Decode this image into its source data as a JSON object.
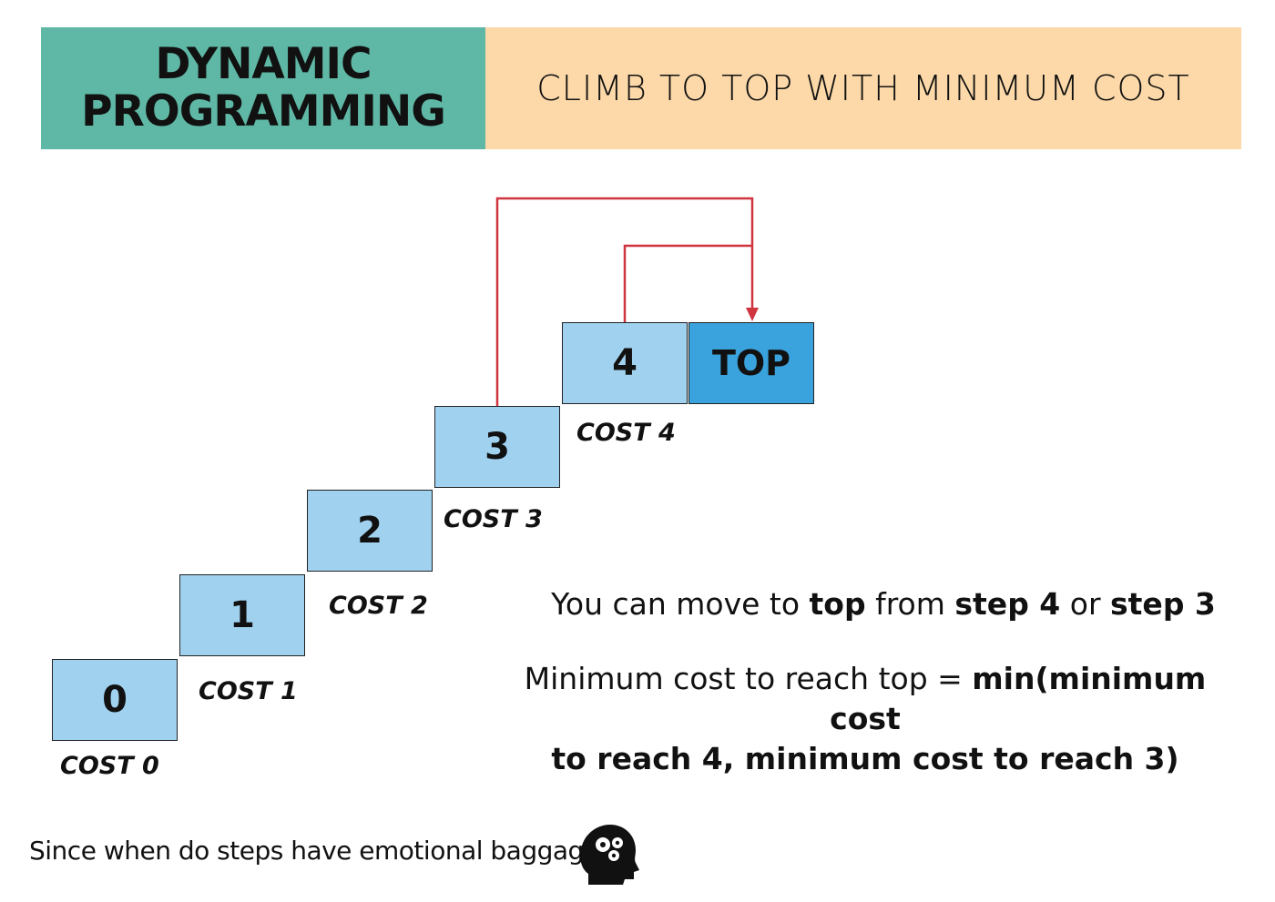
{
  "header": {
    "left_line1": "DYNAMIC",
    "left_line2": "PROGRAMMING",
    "right_title": "CLIMB TO TOP WITH MINIMUM COST",
    "left_color": "#5fb8a5",
    "right_color": "#fdd9a9"
  },
  "steps": [
    {
      "label": "0",
      "cost": "COST 0"
    },
    {
      "label": "1",
      "cost": "COST 1"
    },
    {
      "label": "2",
      "cost": "COST 2"
    },
    {
      "label": "3",
      "cost": "COST 3"
    },
    {
      "label": "4",
      "cost": "COST 4"
    }
  ],
  "top_label": "TOP",
  "colors": {
    "step": "#a0d2f0",
    "top": "#3aa3dd",
    "arrow": "#d0343f"
  },
  "note1": {
    "p1": "You can move to ",
    "b1": "top",
    "p2": " from ",
    "b2": "step 4",
    "p3": " or ",
    "b3": "step 3"
  },
  "note2": {
    "p1": "Minimum  cost to reach top = ",
    "b1": "min(minimum cost",
    "b2": "to reach 4, minimum cost to reach 3)"
  },
  "caption": "Since when do steps have emotional baggage",
  "icon": "head-with-gears-icon"
}
